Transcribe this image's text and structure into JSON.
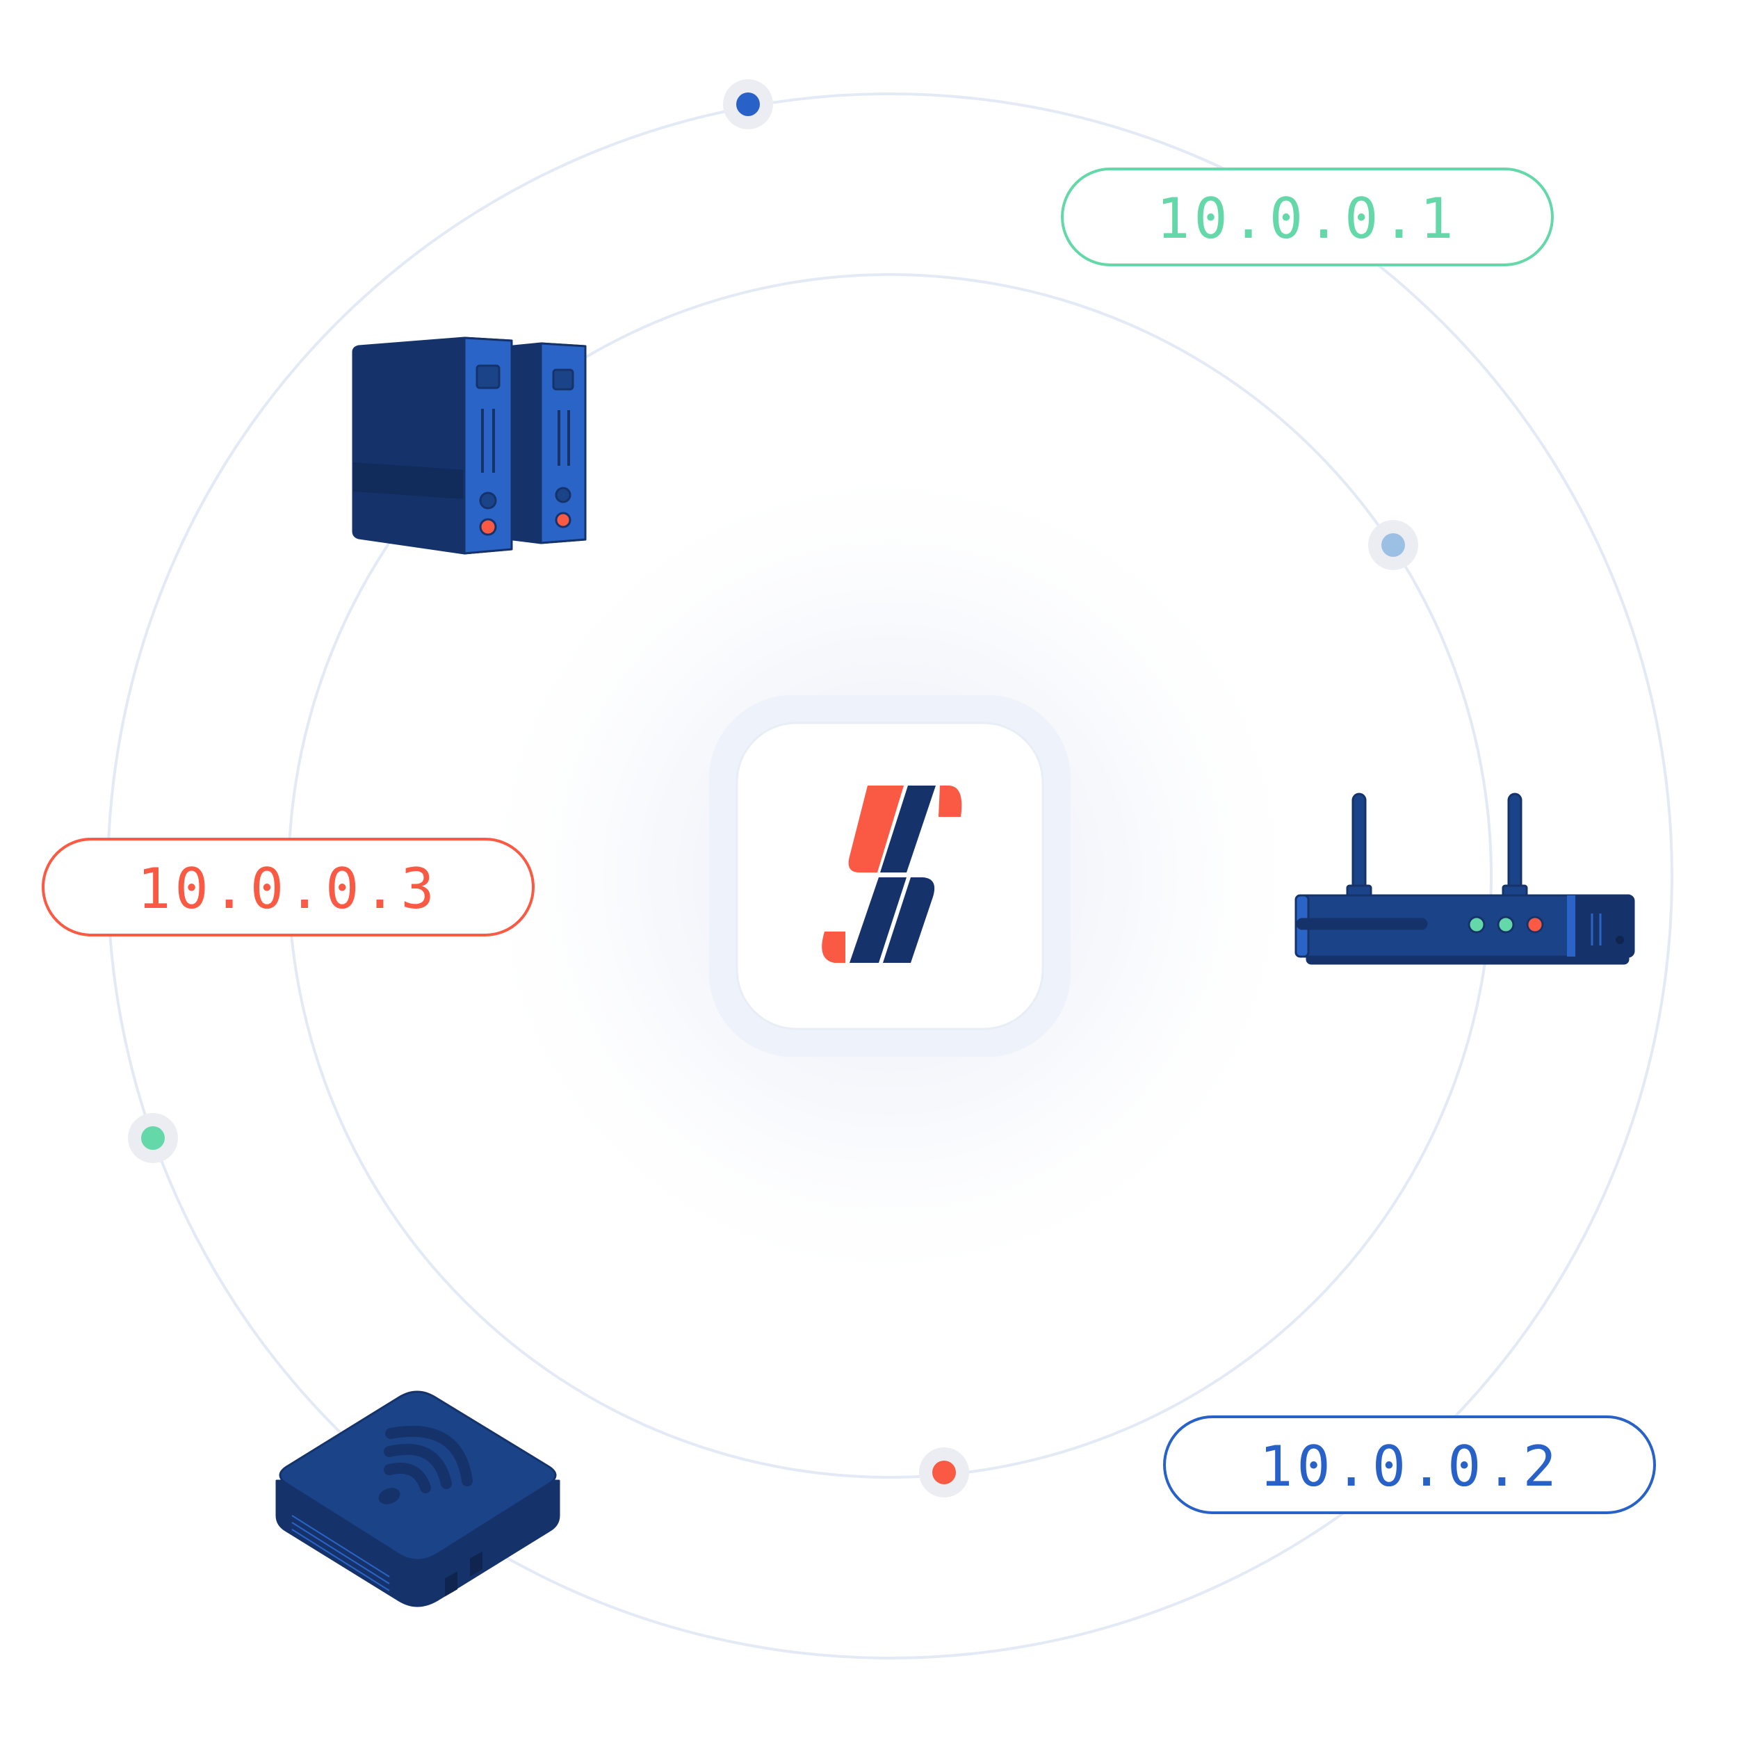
{
  "colors": {
    "ring": "#E3EAF5",
    "green": "#64D8A8",
    "red": "#FA5A44",
    "blue": "#2862C8",
    "navy": "#15336A",
    "navy_mid": "#1B4488",
    "blue_bright": "#2A64C6",
    "light_blue": "#9CC0E4",
    "halo": "#ECEDF2"
  },
  "center_logo": {
    "icon": "app-logo-icon"
  },
  "ip_labels": [
    {
      "id": "top-right",
      "text": "10.0.0.1",
      "color": "green"
    },
    {
      "id": "left",
      "text": "10.0.0.3",
      "color": "red"
    },
    {
      "id": "bottom-right",
      "text": "10.0.0.2",
      "color": "blue"
    }
  ],
  "devices": [
    {
      "id": "server",
      "icon": "server-tower-icon"
    },
    {
      "id": "router",
      "icon": "wifi-router-icon"
    },
    {
      "id": "hub",
      "icon": "wireless-hub-icon"
    }
  ],
  "orbit_nodes": [
    {
      "id": "top",
      "color": "blue"
    },
    {
      "id": "right",
      "color": "light_blue"
    },
    {
      "id": "left",
      "color": "green"
    },
    {
      "id": "bottom",
      "color": "red"
    }
  ]
}
